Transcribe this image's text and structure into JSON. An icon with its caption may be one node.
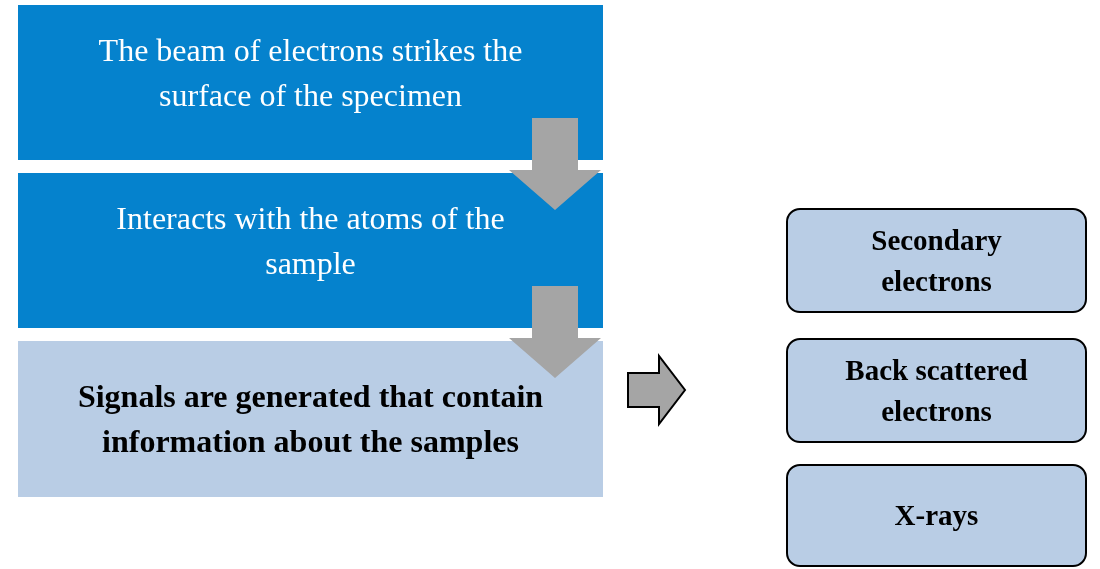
{
  "diagram": {
    "nodes": [
      {
        "text": [
          "The beam of electrons strikes the surface of the specimen"
        ]
      },
      {
        "text": [
          "Interacts with the atoms of the sample"
        ]
      },
      {
        "text": [
          "Signals are generated that contain  information about the samples"
        ]
      },
      {
        "text": [
          "Secondary electrons"
        ]
      },
      {
        "text": [
          "Back scattered electrons"
        ]
      },
      {
        "text": [
          "X-rays"
        ]
      }
    ],
    "edges": [
      {
        "from": 0,
        "to": 1,
        "arrow": "to"
      },
      {
        "from": 1,
        "to": 2,
        "arrow": "to"
      },
      {
        "from": 2,
        "to": null,
        "arrow": "to"
      }
    ]
  }
}
